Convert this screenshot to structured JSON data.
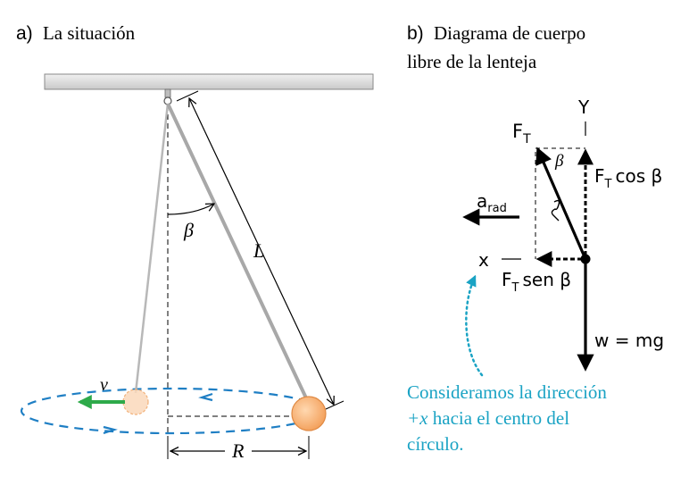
{
  "panel_a": {
    "letter": "a)",
    "title": "La situación",
    "labels": {
      "beta": "β",
      "length": "L",
      "velocity": "v",
      "radius": "R"
    }
  },
  "panel_b": {
    "letter": "b)",
    "title_line1": "Diagrama de cuerpo",
    "title_line2": "libre de la lenteja",
    "labels": {
      "y_axis": "Y",
      "x_axis": "x",
      "tension": "F",
      "tension_sub": "T",
      "beta": "β",
      "a_rad": "a",
      "a_rad_sub": "rad",
      "vertical_comp": "F",
      "vertical_comp_sub": "T",
      "vertical_comp_tail": "cos β",
      "horizontal_comp": "F",
      "horizontal_comp_sub": "T",
      "horizontal_comp_tail": "sen β",
      "weight": "w = mg"
    },
    "note_line1": "Consideramos la dirección",
    "note_line2_sign": "+x",
    "note_line2_rest": " hacia el centro del",
    "note_line3": "círculo."
  },
  "colors": {
    "orbit_blue": "#1f7fc4",
    "velocity_green": "#2eaa4a",
    "bob_orange": "#f2a05c",
    "note_teal": "#1aa3c4",
    "string_gray": "#a8a8a8",
    "ceiling_gray": "#d6d6d6"
  }
}
